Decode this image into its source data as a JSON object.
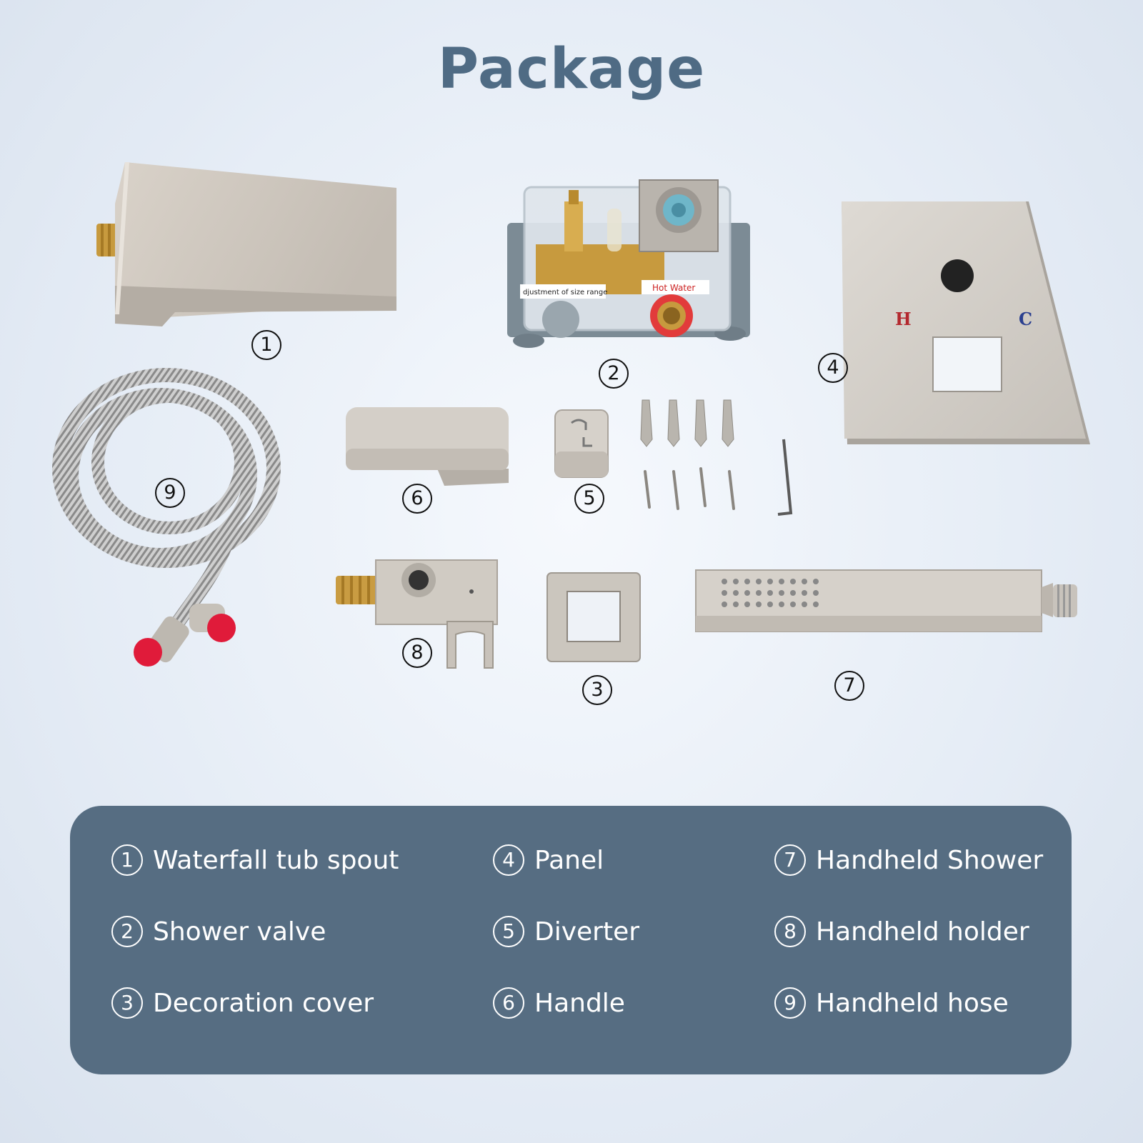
{
  "title": "Package",
  "parts": [
    {
      "num": "1",
      "label": "Waterfall tub spout"
    },
    {
      "num": "2",
      "label": "Shower valve"
    },
    {
      "num": "3",
      "label": "Decoration cover"
    },
    {
      "num": "4",
      "label": "Panel"
    },
    {
      "num": "5",
      "label": "Diverter"
    },
    {
      "num": "6",
      "label": "Handle"
    },
    {
      "num": "7",
      "label": "Handheld Shower"
    },
    {
      "num": "8",
      "label": "Handheld holder"
    },
    {
      "num": "9",
      "label": "Handheld hose"
    }
  ],
  "valve_box": {
    "label_left": "djustment of size range",
    "label_right": "Hot Water"
  },
  "panel_marks": {
    "hot": "H",
    "cold": "C"
  },
  "colors": {
    "title": "#4f6b84",
    "legend_bg": "#566d82",
    "hot": "#b3282e",
    "cold": "#2a3f8f",
    "brass": "#c79a3e",
    "steel": "#cfc9c0"
  }
}
